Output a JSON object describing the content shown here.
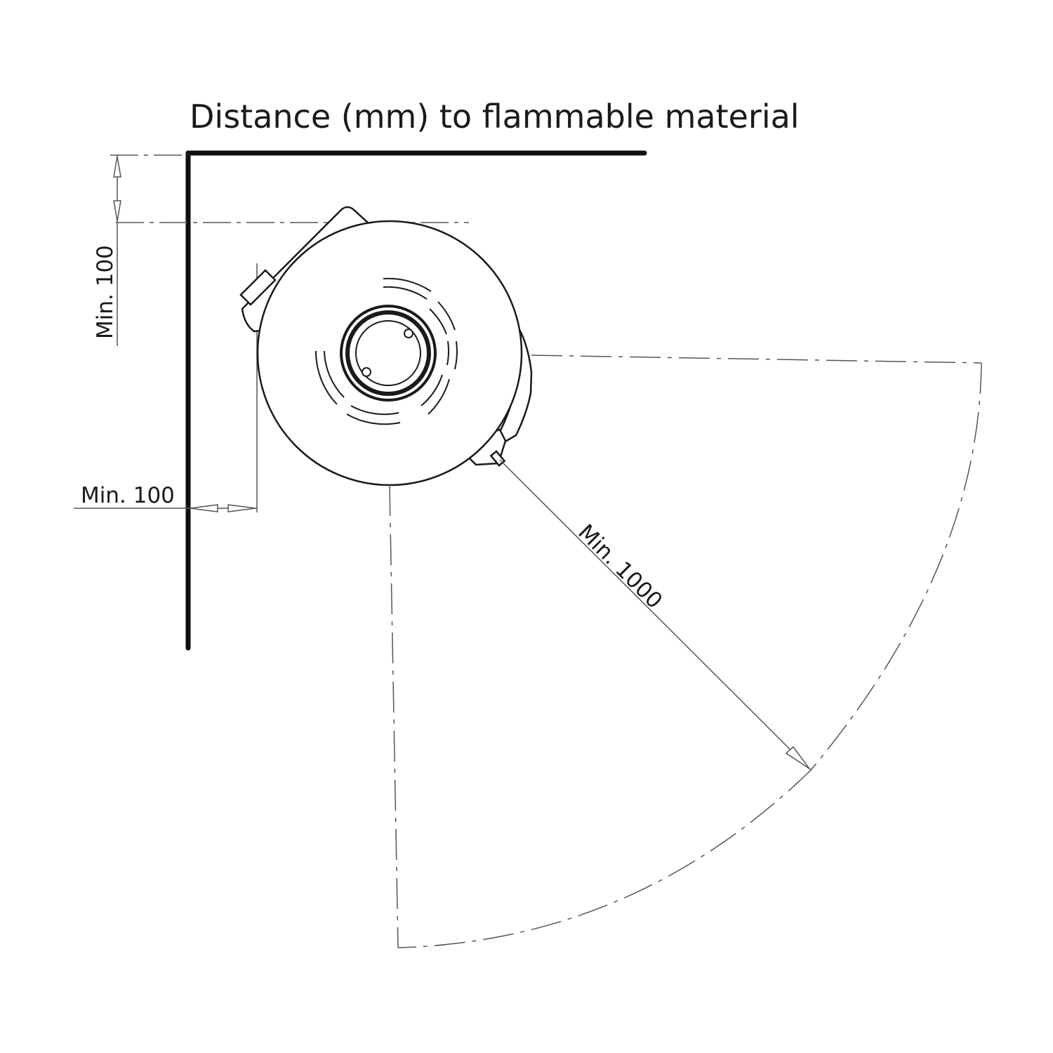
{
  "title": "Distance (mm) to flammable material",
  "dimensions": {
    "top": "Min. 100",
    "side": "Min. 100",
    "front": "Min. 1000"
  },
  "colors": {
    "wall": "#111111",
    "line": "#222222",
    "dim": "#444444",
    "background": "#ffffff"
  }
}
